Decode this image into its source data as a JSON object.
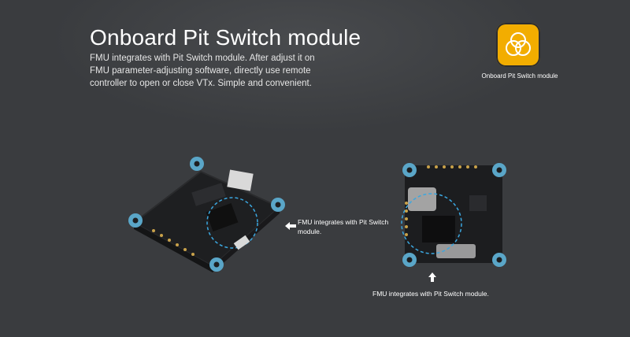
{
  "header": {
    "title": "Onboard Pit Switch module",
    "description": "FMU integrates with Pit Switch module. After adjust it on FMU parameter-adjusting software, directly use remote controller to open or close VTx. Simple and convenient."
  },
  "badge": {
    "icon": "three-circles-icon",
    "label": "Onboard Pit Switch module",
    "color": "#f2ad00"
  },
  "callouts": {
    "left": "FMU integrates with Pit Switch module.",
    "bottom": "FMU integrates with Pit Switch module."
  },
  "colors": {
    "background": "#3a3c3f",
    "highlight": "#3ba7e0",
    "mount": "#5aa6c8"
  }
}
